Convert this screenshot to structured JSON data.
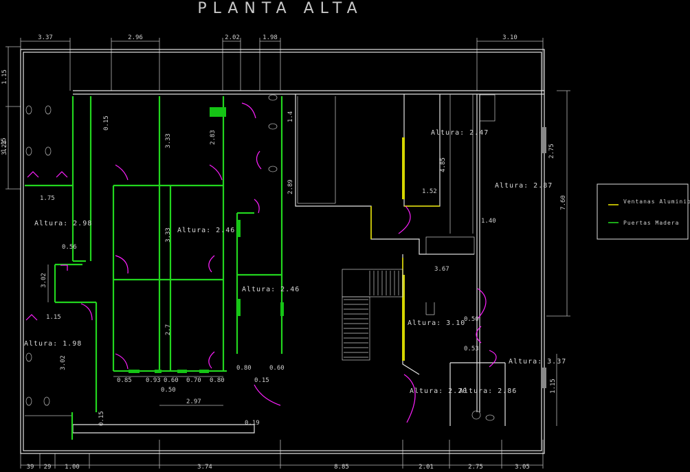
{
  "title": "PLANTA ALTA",
  "dimensions_top": [
    "3.37",
    "2.96",
    "2.02",
    "1.98",
    "3.10"
  ],
  "dimensions_bottom": [
    "39",
    "29",
    "1.00",
    "3.74",
    "8.85",
    "2.01",
    "2.75",
    "3.05"
  ],
  "dimensions_left": [
    "1.15",
    "3.23",
    "3.02"
  ],
  "dimensions_right": [
    "2.75",
    "7.60",
    "1.15"
  ],
  "dimensions_interior": [
    "1.15",
    "0.15",
    "3.33",
    "3.33",
    "2.7",
    "2.83",
    "1.4",
    "2.89",
    "4.85",
    "1.52",
    "1.40",
    "0.56",
    "3.67",
    "0.50",
    "0.53",
    "3.02",
    "0.85",
    "0.93",
    "0.60",
    "0.70",
    "0.80",
    "0.50",
    "2.97",
    "0.80",
    "0.15",
    "0.60",
    "0.19",
    "1.75",
    "1.15",
    "0.15"
  ],
  "rooms": [
    "Altura: 2.98",
    "Altura: 2.46",
    "Altura: 2.46",
    "Altura: 2.47",
    "Altura: 2.87",
    "Altura: 1.98",
    "Altura: 3.10",
    "Altura: 2.20",
    "Altura: 2.86",
    "Altura: 3.37"
  ],
  "legend": {
    "items": [
      {
        "label": "Ventanas Aluminio",
        "color": "#e5e000"
      },
      {
        "label": "Puertas Madera",
        "color": "#22d61e"
      }
    ]
  },
  "colors": {
    "background": "#000000",
    "walls": "#e6e6e6",
    "doors": "#22d61e",
    "windows": "#e5e000",
    "annotations": "#ff20ff"
  }
}
